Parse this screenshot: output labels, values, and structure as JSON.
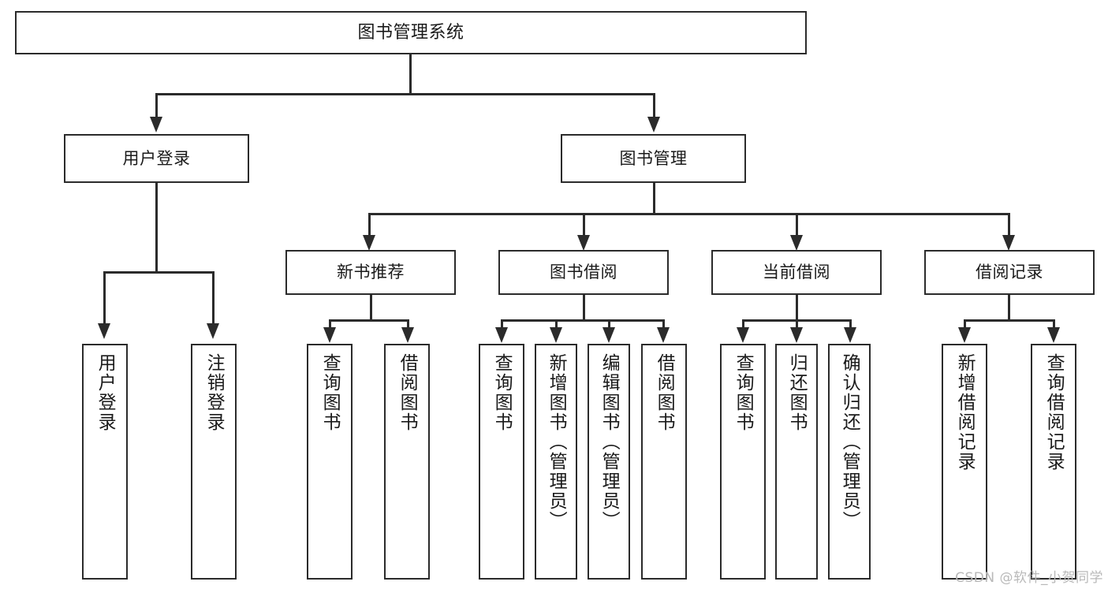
{
  "diagram": {
    "title": "图书管理系统",
    "type": "tree",
    "root": {
      "label": "图书管理系统"
    },
    "level2": [
      {
        "id": "user-login",
        "label": "用户登录"
      },
      {
        "id": "book-manage",
        "label": "图书管理"
      }
    ],
    "level3": [
      {
        "id": "new-book-recommend",
        "label": "新书推荐"
      },
      {
        "id": "book-borrow",
        "label": "图书借阅"
      },
      {
        "id": "current-borrow",
        "label": "当前借阅"
      },
      {
        "id": "borrow-record",
        "label": "借阅记录"
      }
    ],
    "leaves": {
      "user_login": [
        {
          "id": "leaf-user-login",
          "label": "用户登录"
        },
        {
          "id": "leaf-logout-login",
          "label": "注销登录"
        }
      ],
      "new_book_recommend": [
        {
          "id": "leaf-query-book-1",
          "label": "查询图书"
        },
        {
          "id": "leaf-borrow-book-1",
          "label": "借阅图书"
        }
      ],
      "book_borrow": [
        {
          "id": "leaf-query-book-2",
          "label": "查询图书"
        },
        {
          "id": "leaf-add-book",
          "label": "新增图书（管理员）"
        },
        {
          "id": "leaf-edit-book",
          "label": "编辑图书（管理员）"
        },
        {
          "id": "leaf-borrow-book-2",
          "label": "借阅图书"
        }
      ],
      "current_borrow": [
        {
          "id": "leaf-query-book-3",
          "label": "查询图书"
        },
        {
          "id": "leaf-return-book",
          "label": "归还图书"
        },
        {
          "id": "leaf-confirm-return",
          "label": "确认归还（管理员）"
        }
      ],
      "borrow_record": [
        {
          "id": "leaf-add-record",
          "label": "新增借阅记录"
        },
        {
          "id": "leaf-query-record",
          "label": "查询借阅记录"
        }
      ]
    }
  },
  "watermark": {
    "text": "CSDN @软件_小贺同学"
  },
  "colors": {
    "stroke": "#2b2b2b",
    "background": "#ffffff",
    "text": "#1a1a1a",
    "watermark": "#b9b9b9"
  }
}
